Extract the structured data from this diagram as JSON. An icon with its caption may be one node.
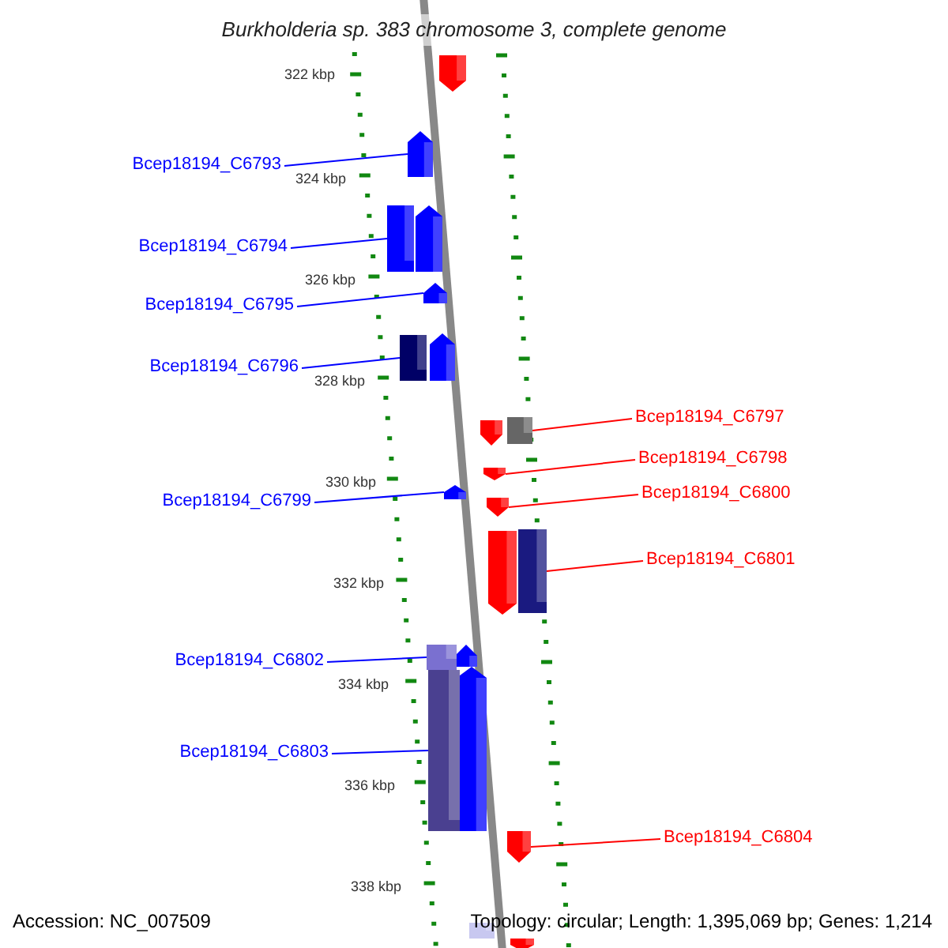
{
  "diagram": {
    "title": "Burkholderia sp. 383 chromosome 3, complete genome",
    "nodes": [
      {
        "text": [
          "Bcep18194_C6793"
        ]
      },
      {
        "text": [],
        "shape": "bar"
      },
      {
        "text": [
          "Bcep18194_C6794"
        ]
      },
      {
        "text": [],
        "shape": "bar"
      },
      {
        "text": [
          "Bcep18194_C6795"
        ]
      },
      {
        "text": [],
        "shape": "bar"
      },
      {
        "text": [
          "Bcep18194_C6796"
        ]
      },
      {
        "text": [],
        "shape": "bar"
      },
      {
        "text": [
          "Bcep18194_C6797"
        ]
      },
      {
        "text": [],
        "shape": "bar"
      },
      {
        "text": [
          "Bcep18194_C6798"
        ]
      },
      {
        "text": [],
        "shape": "bar"
      },
      {
        "text": [
          "Bcep18194_C6799"
        ]
      },
      {
        "text": [],
        "shape": "bar"
      },
      {
        "text": [
          "Bcep18194_C6800"
        ]
      },
      {
        "text": [],
        "shape": "bar"
      },
      {
        "text": [
          "Bcep18194_C6801"
        ]
      },
      {
        "text": [],
        "shape": "bar"
      },
      {
        "text": [
          "Bcep18194_C6802"
        ]
      },
      {
        "text": [],
        "shape": "bar"
      },
      {
        "text": [
          "Bcep18194_C6803"
        ]
      },
      {
        "text": [],
        "shape": "bar"
      },
      {
        "text": [
          "Bcep18194_C6804"
        ]
      },
      {
        "text": [],
        "shape": "bar"
      }
    ],
    "edges": [
      {
        "from": 0,
        "to": 1,
        "arrow": "none"
      },
      {
        "from": 2,
        "to": 3,
        "arrow": "none"
      },
      {
        "from": 4,
        "to": 5,
        "arrow": "none"
      },
      {
        "from": 6,
        "to": 7,
        "arrow": "none"
      },
      {
        "from": 8,
        "to": 9,
        "arrow": "none",
        "color": "#ff0000"
      },
      {
        "from": 10,
        "to": 11,
        "arrow": "none",
        "color": "#ff0000"
      },
      {
        "from": 12,
        "to": 13,
        "arrow": "none"
      },
      {
        "from": 14,
        "to": 15,
        "arrow": "none",
        "color": "#ff0000"
      },
      {
        "from": 16,
        "to": 17,
        "arrow": "none",
        "color": "#ff0000"
      },
      {
        "from": 18,
        "to": 19,
        "arrow": "none"
      },
      {
        "from": 20,
        "to": 21,
        "arrow": "none"
      },
      {
        "from": 22,
        "to": 23,
        "arrow": "none",
        "color": "#ff0000"
      }
    ],
    "labels": [
      "322 kbp",
      "324 kbp",
      "326 kbp",
      "328 kbp",
      "330 kbp",
      "332 kbp",
      "334 kbp",
      "336 kbp",
      "338 kbp",
      "Accession: NC_007509",
      "Topology: circular; Length: 1,395,069 bp; Genes: 1,214"
    ]
  }
}
